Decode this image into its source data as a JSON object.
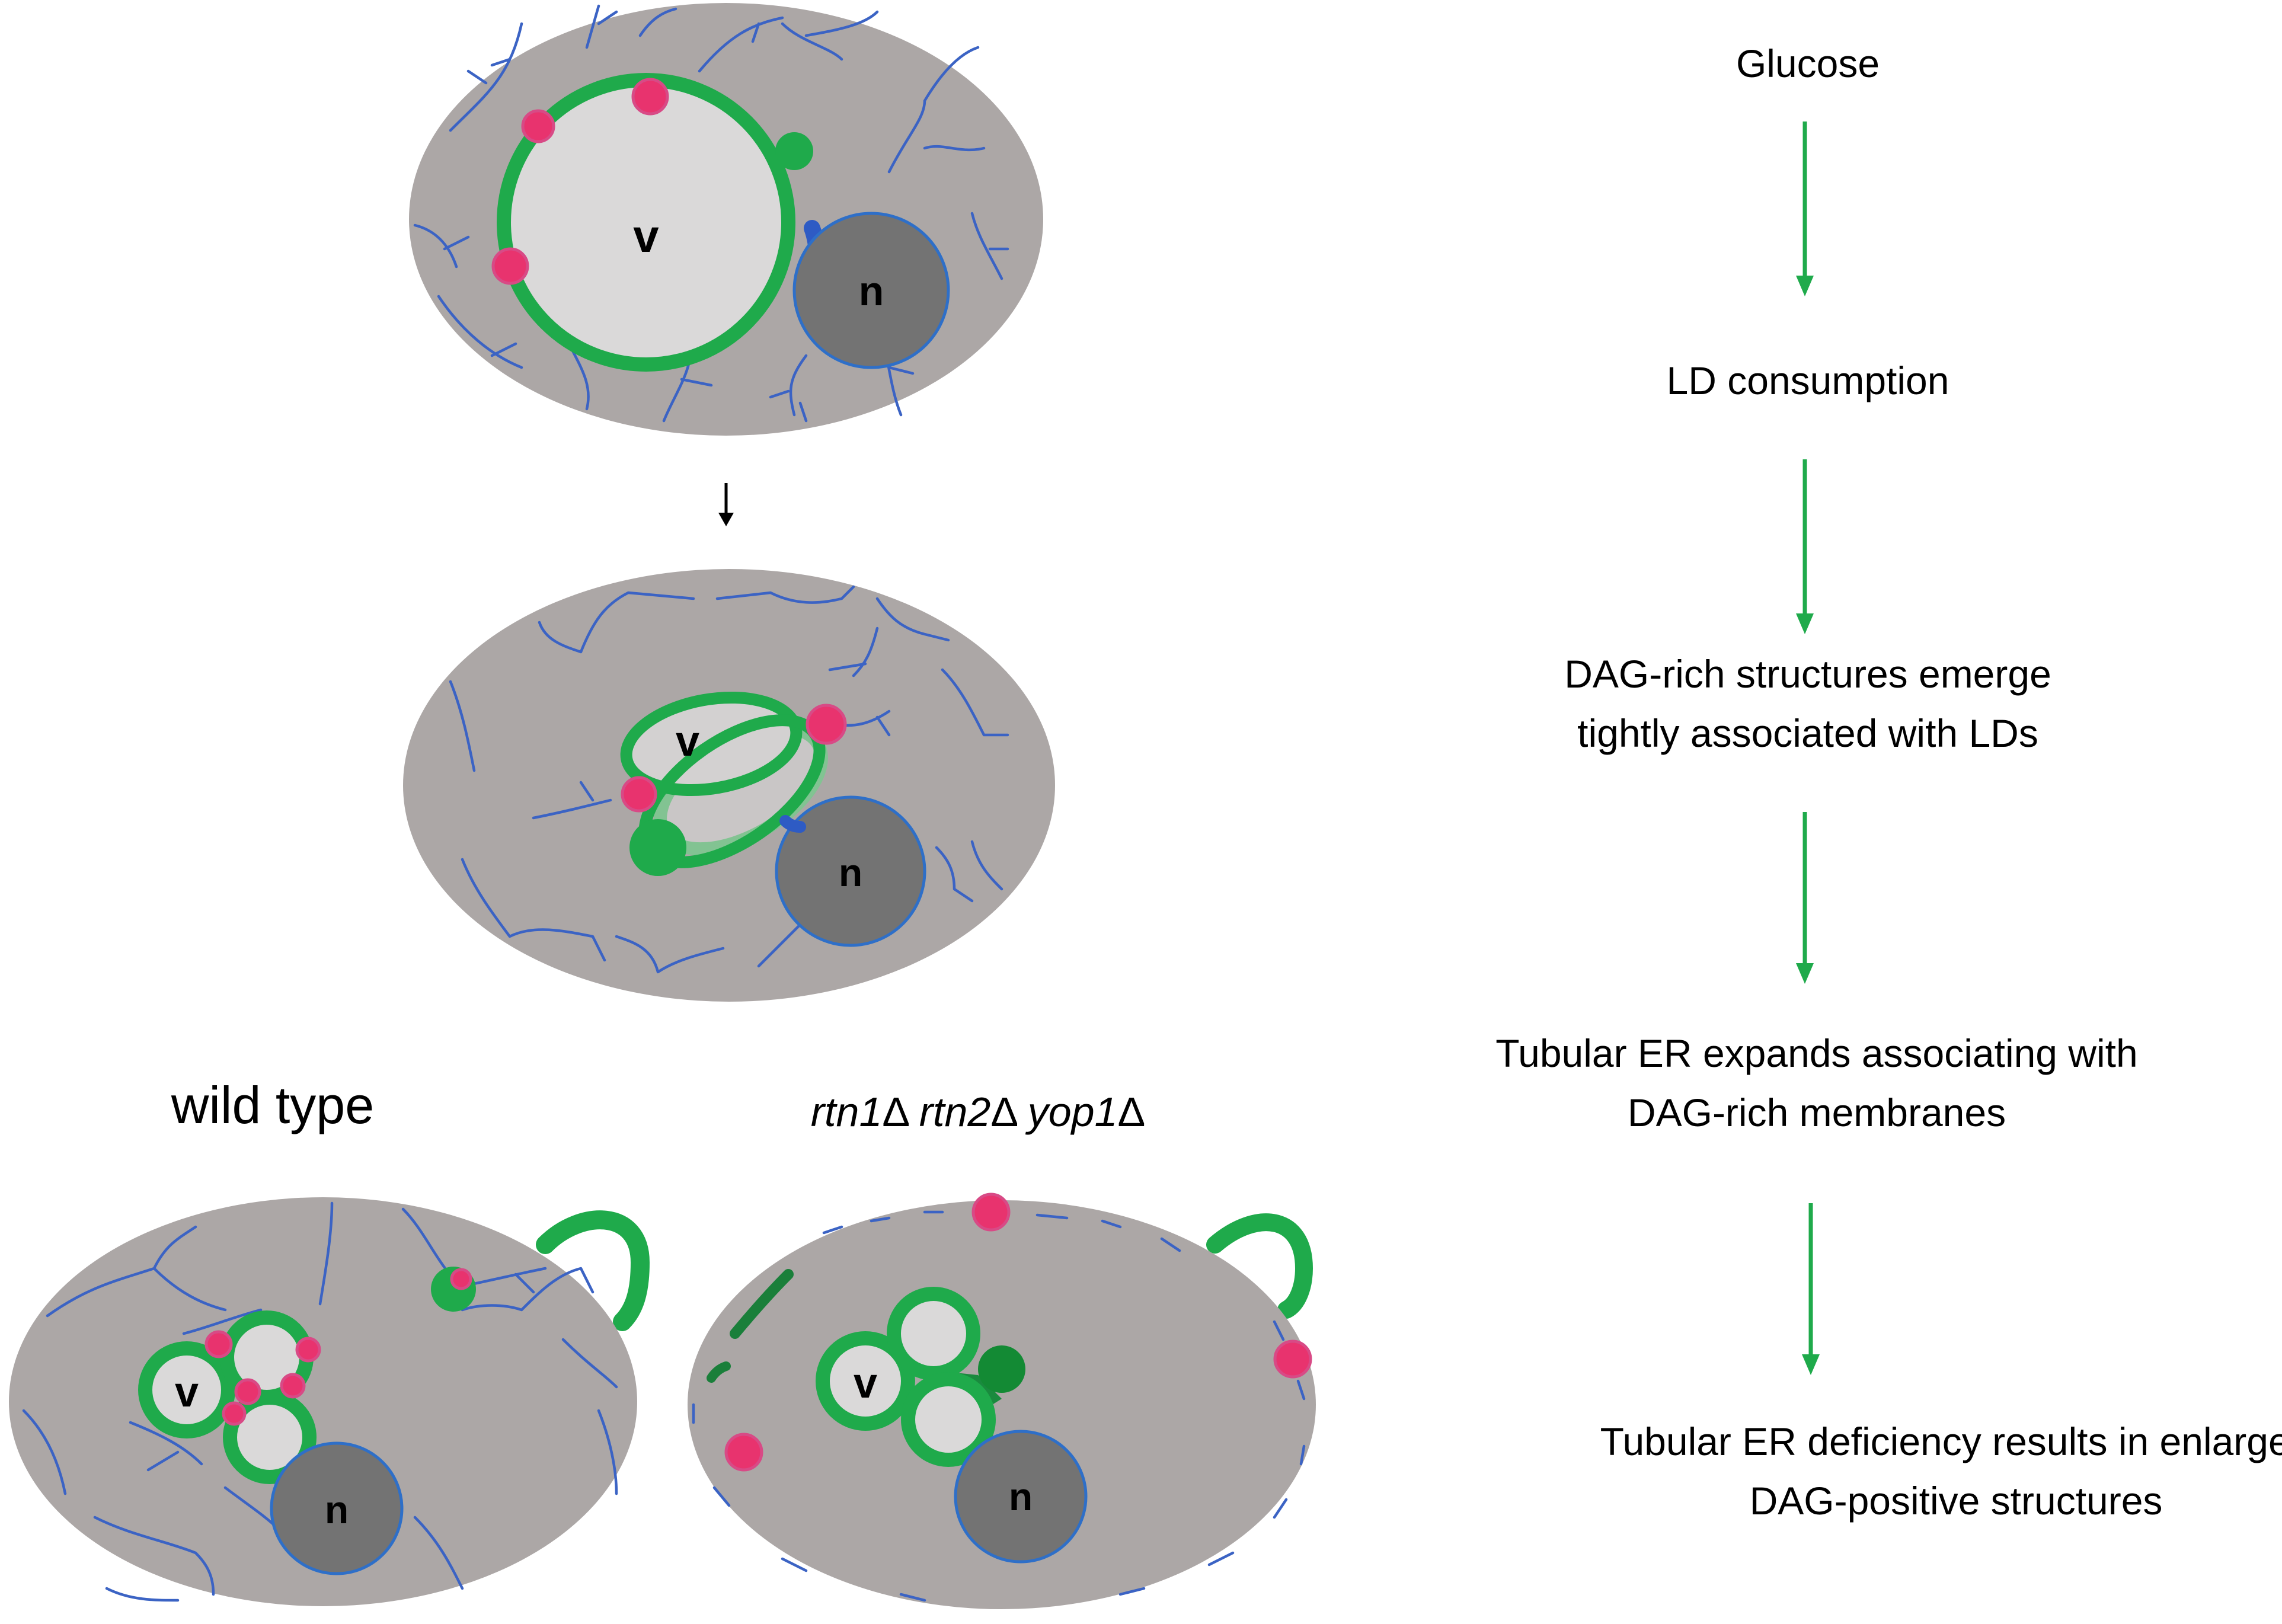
{
  "cells": {
    "top": {
      "vacuole_label": "v",
      "nucleus_label": "n"
    },
    "middle": {
      "vacuole_label": "v",
      "nucleus_label": "n"
    },
    "wild_type": {
      "title": "wild type",
      "vacuole_label": "v",
      "nucleus_label": "n"
    },
    "mutant": {
      "title_parts": [
        "rtn1",
        "Δ ",
        "rtn2",
        "Δ ",
        "yop1",
        "Δ"
      ],
      "vacuole_label": "v",
      "nucleus_label": "n"
    }
  },
  "pathway": {
    "steps": [
      {
        "lines": [
          "Glucose"
        ]
      },
      {
        "lines": [
          "LD consumption"
        ]
      },
      {
        "lines": [
          "DAG-rich structures emerge",
          "tightly associated with LDs"
        ]
      },
      {
        "lines": [
          "Tubular ER expands associating with",
          "DAG-rich membranes"
        ]
      },
      {
        "lines": [
          "Tubular ER deficiency results in enlarged",
          "DAG-positive structures"
        ]
      }
    ]
  },
  "colors": {
    "cytoplasm": "#aca7a6",
    "er": "#3b63c4",
    "vacuole_membrane": "#1faa4b",
    "vacuole_lumen": "#dad9d9",
    "nucleus": "#737373",
    "lipid_droplet": "#e8336e",
    "pathway_arrow": "#1faa4b"
  }
}
